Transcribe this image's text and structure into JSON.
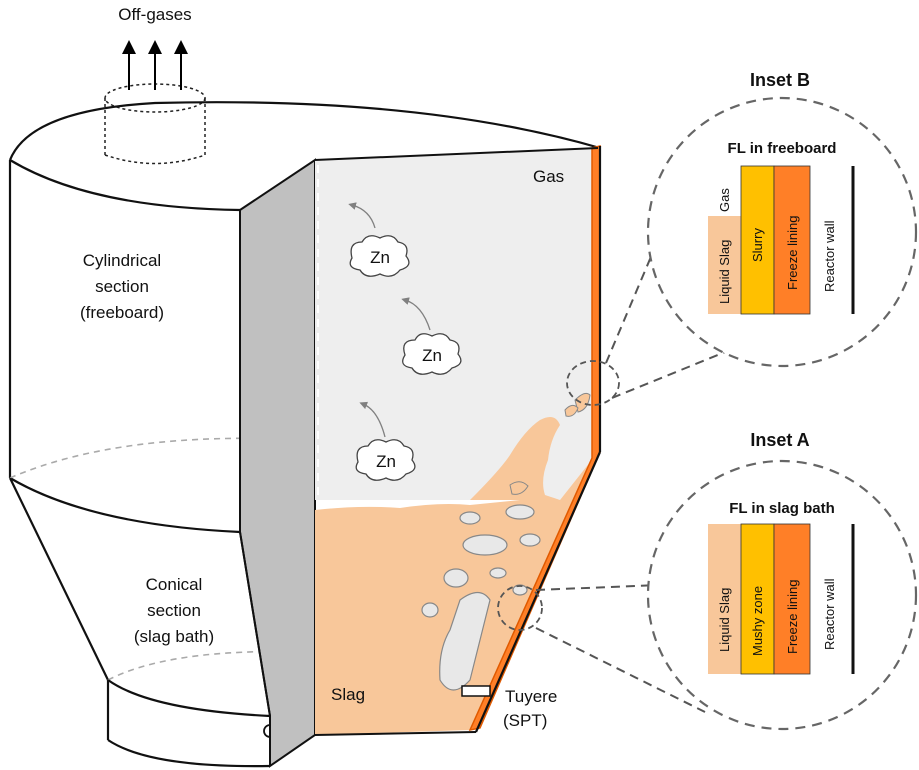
{
  "reactor": {
    "offgases": "Off-gases",
    "cylindrical": [
      "Cylindrical",
      "section",
      "(freeboard)"
    ],
    "conical": [
      "Conical",
      "section",
      "(slag bath)"
    ],
    "gas": "Gas",
    "slag": "Slag",
    "zn": "Zn",
    "tuyere": [
      "Tuyere",
      "(SPT)"
    ]
  },
  "insetB": {
    "title": "Inset B",
    "subtitle": "FL in freeboard",
    "layers": [
      "Gas",
      "Liquid Slag",
      "Slurry",
      "Freeze lining",
      "Reactor wall"
    ]
  },
  "insetA": {
    "title": "Inset A",
    "subtitle": "FL in slag bath",
    "layers": [
      "Liquid Slag",
      "Mushy zone",
      "Freeze lining",
      "Reactor wall"
    ]
  },
  "colors": {
    "liquid_slag": "#f8c79a",
    "slurry_mushy": "#ffc000",
    "freeze_lining": "#ff7f27",
    "freeze_lining_edge": "#e05a00",
    "gas_region": "#eeeeee",
    "wall_section": "#c0c0c0"
  }
}
